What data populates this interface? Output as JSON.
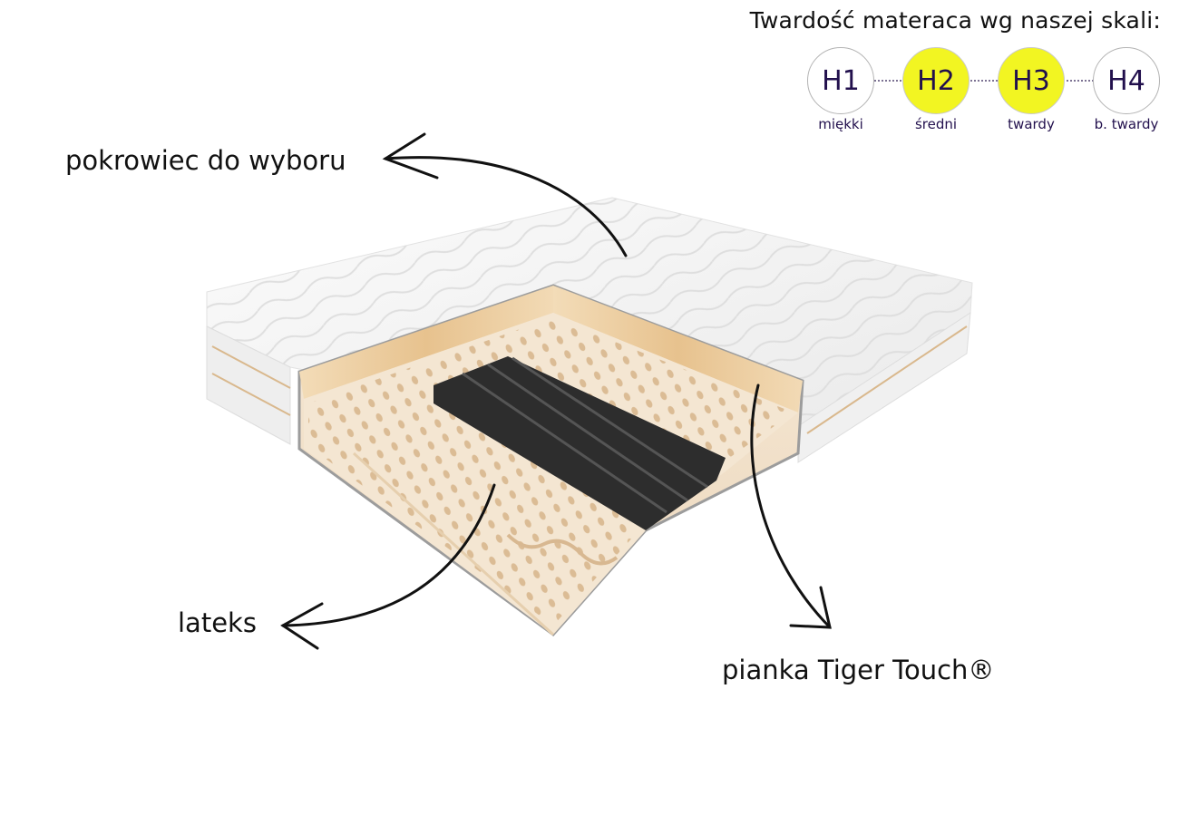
{
  "scale": {
    "title": "Twardość materaca wg naszej skali:",
    "levels": [
      {
        "code": "H1",
        "label": "miękki",
        "active": false
      },
      {
        "code": "H2",
        "label": "średni",
        "active": true
      },
      {
        "code": "H3",
        "label": "twardy",
        "active": true
      },
      {
        "code": "H4",
        "label": "b. twardy",
        "active": false
      }
    ],
    "active_color": "#f2f522",
    "text_color": "#22104d"
  },
  "callouts": {
    "cover": "pokrowiec do wyboru",
    "latex": "lateks",
    "foam": "pianka Tiger Touch®"
  }
}
